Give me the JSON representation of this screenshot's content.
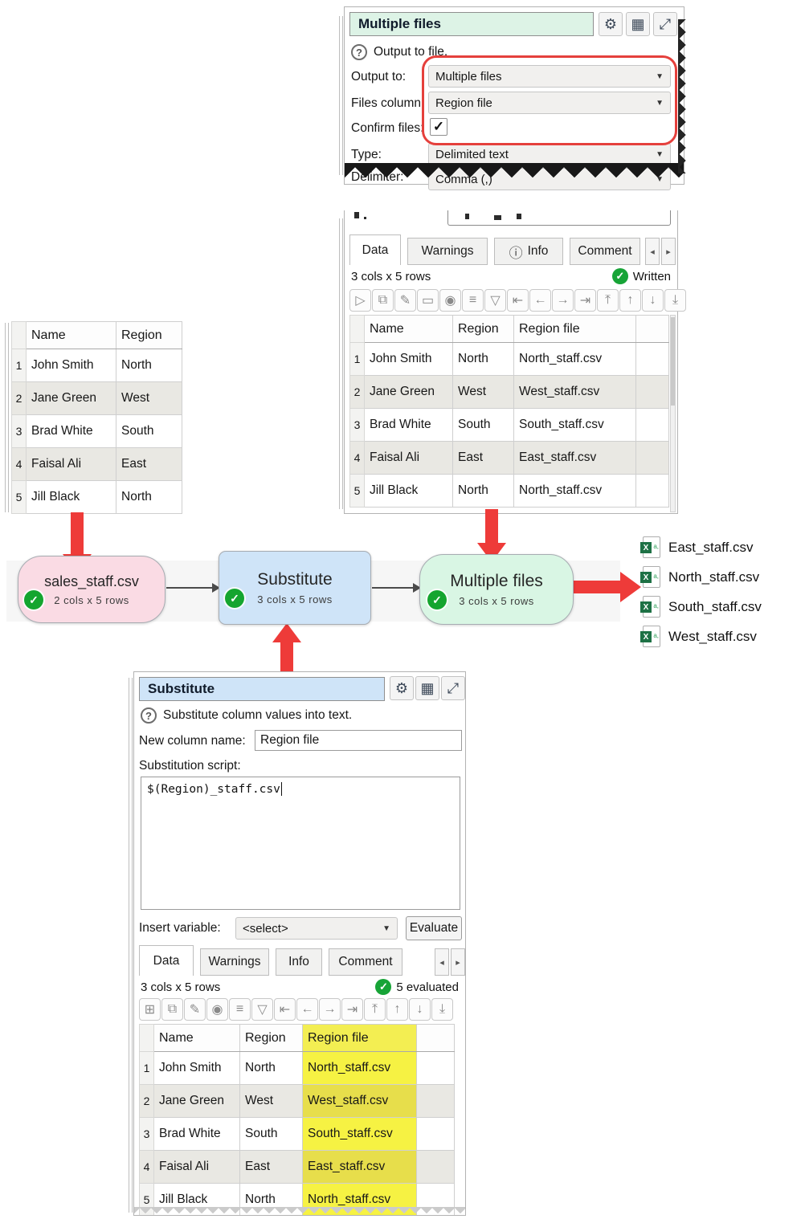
{
  "colors": {
    "accent_red": "#ee3b39",
    "check_green": "#17a437",
    "highlight_yellow": "#f6f243",
    "node_pink": "#fadbe4",
    "node_blue": "#cfe4f8",
    "node_green": "#d9f6e4",
    "title_green": "#ddf3e6",
    "title_blue": "#cfe4f8"
  },
  "icons": {
    "gear": "⚙",
    "grid": "▦",
    "expand": "⤢",
    "question": "?",
    "caret": "▼",
    "check": "✓",
    "info": "ⓘ",
    "tab_prev": "◂",
    "tab_next": "▸",
    "play": "▷",
    "new-file": "⊞",
    "paste": "⧉",
    "edit": "✎",
    "folder": "▭",
    "eye": "◉",
    "rows": "≡",
    "filter": "▽",
    "step-first": "⇤",
    "arrow-left": "←",
    "arrow-right": "→",
    "step-last": "⇥",
    "to-top": "⤒",
    "arrow-up": "↑",
    "arrow-down": "↓",
    "to-bottom": "⤓",
    "excel_x": "X",
    "csv_a": "a,"
  },
  "top_panel": {
    "title": "Multiple files",
    "help_text": "Output to file.",
    "output_to_label": "Output to:",
    "output_to_value": "Multiple files",
    "files_column_label": "Files column:",
    "files_column_value": "Region file",
    "confirm_files_label": "Confirm files:",
    "confirm_files_checked": "true",
    "type_label": "Type:",
    "type_value": "Delimited text",
    "delimiter_label": "Delimiter:",
    "delimiter_value": "Comma (,)"
  },
  "left_table": {
    "columns": [
      "Name",
      "Region"
    ],
    "rows": [
      [
        "John Smith",
        "North"
      ],
      [
        "Jane Green",
        "West"
      ],
      [
        "Brad White",
        "South"
      ],
      [
        "Faisal Ali",
        "East"
      ],
      [
        "Jill Black",
        "North"
      ]
    ]
  },
  "right_panel": {
    "tabs": [
      "Data",
      "Warnings",
      "Info",
      "Comment"
    ],
    "active_tab": "Data",
    "status_left": "3 cols x 5 rows",
    "status_right": "Written",
    "toolbar_icons": [
      "play",
      "paste",
      "edit",
      "folder",
      "eye",
      "rows",
      "filter",
      "step-first",
      "arrow-left",
      "arrow-right",
      "step-last",
      "to-top",
      "arrow-up",
      "arrow-down",
      "to-bottom"
    ],
    "columns": [
      "Name",
      "Region",
      "Region file"
    ],
    "rows": [
      [
        "John Smith",
        "North",
        "North_staff.csv"
      ],
      [
        "Jane Green",
        "West",
        "West_staff.csv"
      ],
      [
        "Brad White",
        "South",
        "South_staff.csv"
      ],
      [
        "Faisal Ali",
        "East",
        "East_staff.csv"
      ],
      [
        "Jill Black",
        "North",
        "North_staff.csv"
      ]
    ]
  },
  "flow": {
    "nodes": [
      {
        "title": "sales_staff.csv",
        "subtitle": "2 cols x 5 rows"
      },
      {
        "title": "Substitute",
        "subtitle": "3 cols x 5 rows"
      },
      {
        "title": "Multiple files",
        "subtitle": "3 cols x 5 rows"
      }
    ],
    "output_files": [
      "East_staff.csv",
      "North_staff.csv",
      "South_staff.csv",
      "West_staff.csv"
    ]
  },
  "bottom_panel": {
    "title": "Substitute",
    "help_text": "Substitute column values into text.",
    "new_column_label": "New column name:",
    "new_column_value": "Region file",
    "script_label": "Substitution script:",
    "script_value": "$(Region)_staff.csv",
    "insert_variable_label": "Insert variable:",
    "insert_variable_value": "<select>",
    "evaluate_label": "Evaluate",
    "tabs": [
      "Data",
      "Warnings",
      "Info",
      "Comment"
    ],
    "active_tab": "Data",
    "status_left": "3 cols x 5 rows",
    "status_right": "5 evaluated",
    "toolbar_icons": [
      "new-file",
      "paste",
      "edit",
      "eye",
      "rows",
      "filter",
      "step-first",
      "arrow-left",
      "arrow-right",
      "step-last",
      "to-top",
      "arrow-up",
      "arrow-down",
      "to-bottom"
    ],
    "columns": [
      "Name",
      "Region",
      "Region file"
    ],
    "rows": [
      [
        "John Smith",
        "North",
        "North_staff.csv"
      ],
      [
        "Jane Green",
        "West",
        "West_staff.csv"
      ],
      [
        "Brad White",
        "South",
        "South_staff.csv"
      ],
      [
        "Faisal Ali",
        "East",
        "East_staff.csv"
      ],
      [
        "Jill Black",
        "North",
        "North_staff.csv"
      ]
    ]
  }
}
